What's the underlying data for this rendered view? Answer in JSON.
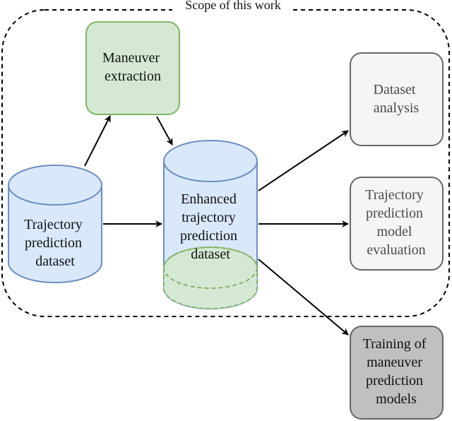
{
  "scope": {
    "label": "Scope of this work"
  },
  "nodes": {
    "maneuver_extraction": {
      "lines": [
        "Maneuver",
        "extraction"
      ],
      "fill": "#d5e8d4",
      "stroke": "#82b366"
    },
    "trajectory_dataset": {
      "lines": [
        "Trajectory",
        "prediction",
        "dataset"
      ],
      "fill": "#dae8fc",
      "stroke": "#6c8ebf"
    },
    "enhanced_dataset": {
      "lines": [
        "Enhanced",
        "trajectory",
        "prediction",
        "dataset"
      ],
      "fill": "#dae8fc",
      "stroke": "#6c8ebf",
      "overlay_fill": "#d5e8d4",
      "overlay_stroke": "#82b366"
    },
    "dataset_analysis": {
      "lines": [
        "Dataset",
        "analysis"
      ],
      "fill": "#f5f5f5",
      "stroke": "#666666"
    },
    "model_evaluation": {
      "lines": [
        "Trajectory",
        "prediction",
        "model",
        "evaluation"
      ],
      "fill": "#f5f5f5",
      "stroke": "#666666"
    },
    "training_models": {
      "lines": [
        "Training of",
        "maneuver",
        "prediction",
        "models"
      ],
      "fill": "#c0c0c0",
      "stroke": "#666666"
    }
  }
}
